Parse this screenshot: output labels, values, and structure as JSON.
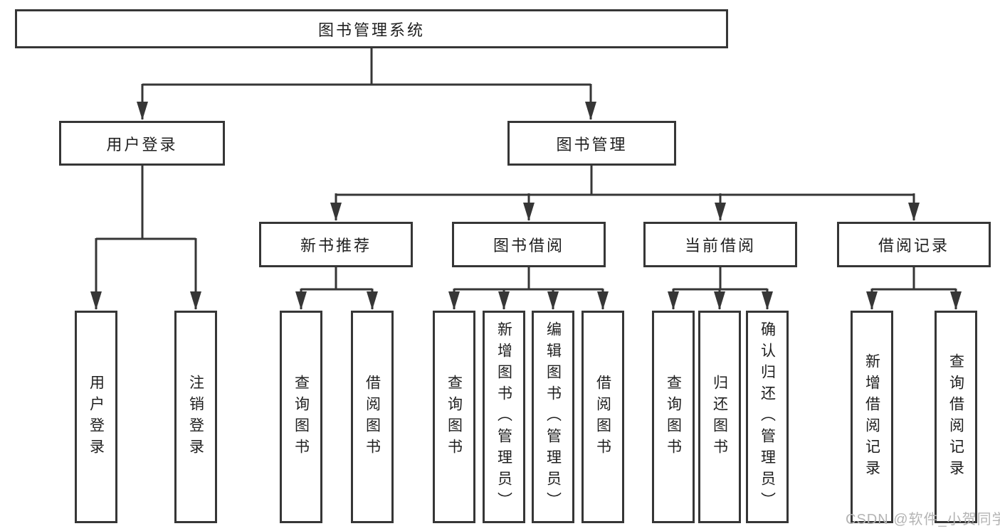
{
  "diagram": {
    "root": {
      "label": "图书管理系统"
    },
    "level2": [
      {
        "label": "用户登录"
      },
      {
        "label": "图书管理"
      }
    ],
    "level3": [
      {
        "label": "新书推荐",
        "parent": "图书管理"
      },
      {
        "label": "图书借阅",
        "parent": "图书管理"
      },
      {
        "label": "当前借阅",
        "parent": "图书管理"
      },
      {
        "label": "借阅记录",
        "parent": "图书管理"
      }
    ],
    "leaves": [
      {
        "label": "用户登录",
        "parent": "用户登录"
      },
      {
        "label": "注销登录",
        "parent": "用户登录"
      },
      {
        "label": "查询图书",
        "parent": "新书推荐"
      },
      {
        "label": "借阅图书",
        "parent": "新书推荐"
      },
      {
        "label": "查询图书",
        "parent": "图书借阅"
      },
      {
        "label": "新增图书（管理员）",
        "parent": "图书借阅"
      },
      {
        "label": "编辑图书（管理员）",
        "parent": "图书借阅"
      },
      {
        "label": "借阅图书",
        "parent": "图书借阅"
      },
      {
        "label": "查询图书",
        "parent": "当前借阅"
      },
      {
        "label": "归还图书",
        "parent": "当前借阅"
      },
      {
        "label": "确认归还（管理员）",
        "parent": "当前借阅"
      },
      {
        "label": "新增借阅记录",
        "parent": "借阅记录"
      },
      {
        "label": "查询借阅记录",
        "parent": "借阅记录"
      }
    ],
    "watermark": "CSDN @软件_小贺同学",
    "colors": {
      "line": "#363636",
      "text": "#1f1f1f",
      "watermark": "#b4b4b4",
      "background": "#ffffff"
    }
  }
}
